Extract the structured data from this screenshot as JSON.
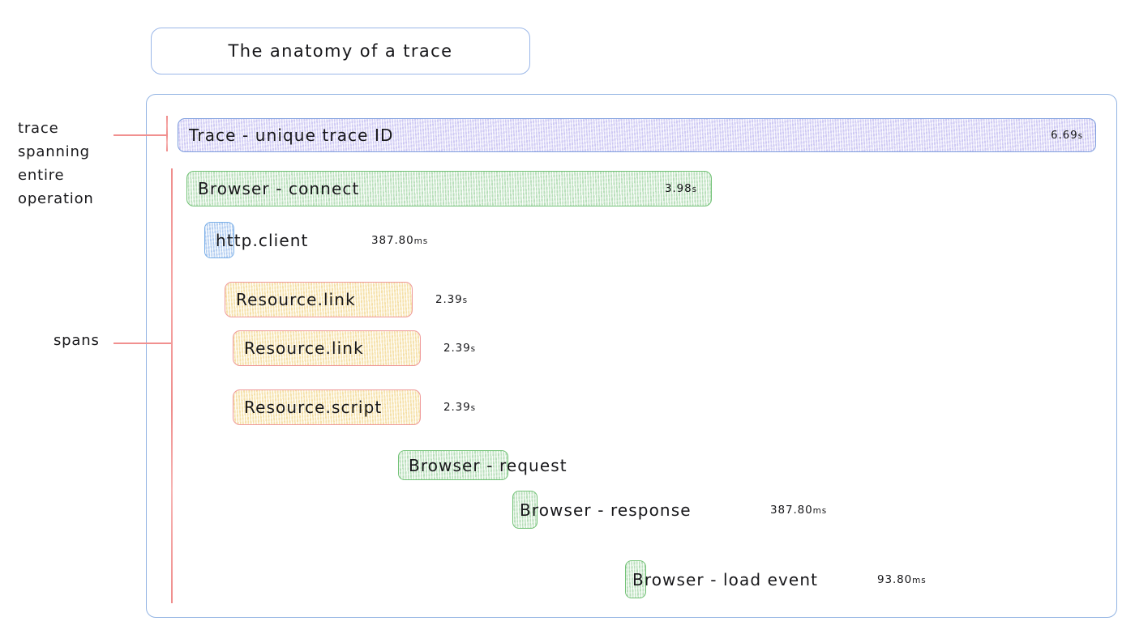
{
  "title": {
    "text": "The anatomy of a trace"
  },
  "annotations": [
    {
      "name": "trace-annotation",
      "text": "trace\nspanning\nentire\noperation"
    },
    {
      "name": "spans-annotation",
      "text": "spans"
    }
  ],
  "colors": {
    "container_border": "#93b4e3",
    "title_border": "#9bb7e8",
    "trace_fill": "#e7e4fa",
    "trace_border": "#7f9ede",
    "browser_fill": "#ddf2dd",
    "browser_border": "#72c276",
    "http_fill": "#d9e9fb",
    "http_border": "#7bb0e8",
    "resource_fill": "#fdf3d6",
    "resource_border": "#ef9a9a",
    "annotation_line": "#f1908f"
  },
  "trace": {
    "label": "Trace - unique trace ID",
    "duration": "6.69",
    "unit": "s"
  },
  "spans": [
    {
      "label": "Browser - connect",
      "duration": "3.98",
      "unit": "s",
      "duration_inside": true,
      "style": "green"
    },
    {
      "label": "http.client",
      "duration": "387.80",
      "unit": "ms",
      "duration_inside": false,
      "style": "blue"
    },
    {
      "label": "Resource.link",
      "duration": "2.39",
      "unit": "s",
      "duration_inside": false,
      "style": "yellow"
    },
    {
      "label": "Resource.link",
      "duration": "2.39",
      "unit": "s",
      "duration_inside": false,
      "style": "yellow"
    },
    {
      "label": "Resource.script",
      "duration": "2.39",
      "unit": "s",
      "duration_inside": false,
      "style": "yellow"
    },
    {
      "label": "Browser - request",
      "duration": "",
      "unit": "",
      "duration_inside": false,
      "style": "green"
    },
    {
      "label": "Browser - response",
      "duration": "387.80",
      "unit": "ms",
      "duration_inside": false,
      "style": "green"
    },
    {
      "label": "Browser - load event",
      "duration": "93.80",
      "unit": "ms",
      "duration_inside": false,
      "style": "green"
    }
  ]
}
